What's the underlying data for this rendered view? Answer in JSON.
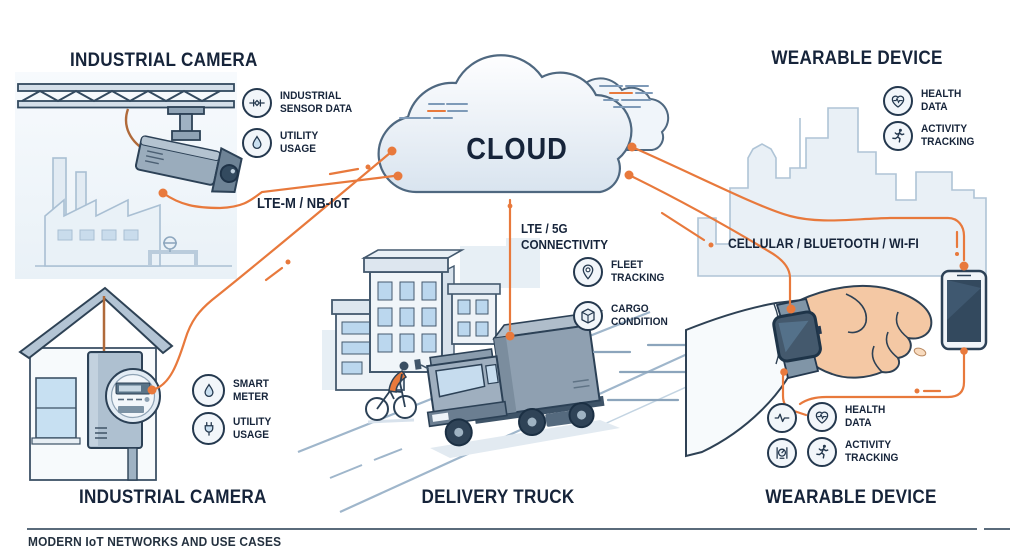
{
  "colors": {
    "accent": "#E8793C",
    "ink": "#1B2A3E",
    "line_blue": "#7E9AB8",
    "fill_light": "#E9F0F6"
  },
  "nodes": {
    "industrial_camera_top": {
      "title": "INDUSTRIAL CAMERA"
    },
    "cloud": {
      "title": "CLOUD"
    },
    "wearable_top": {
      "title": "WEARABLE DEVICE"
    },
    "industrial_camera_bottom": {
      "title": "INDUSTRIAL CAMERA"
    },
    "delivery_truck": {
      "title": "DELIVERY TRUCK"
    },
    "wearable_bottom": {
      "title": "WEARABLE DEVICE"
    }
  },
  "connections": {
    "lte_m": "LTE-M / NB-IoT",
    "lte_5g": "LTE / 5G\nCONNECTIVITY",
    "cellular": "CELLULAR / BLUETOOTH / WI-FI"
  },
  "features": {
    "sensor_data": "INDUSTRIAL\nSENSOR DATA",
    "utility_usage_top": "UTILITY\nUSAGE",
    "health_data_top": "HEALTH\nDATA",
    "activity_tracking_top": "ACTIVITY\nTRACKING",
    "fleet_tracking": "FLEET\nTRACKING",
    "cargo_condition": "CARGO\nCONDITION",
    "smart_meter": "SMART\nMETER",
    "utility_usage_bottom": "UTILITY\nUSAGE",
    "health_data_bottom": "HEALTH\nDATA",
    "activity_tracking_bottom": "ACTIVITY\nTRACKING"
  },
  "footer": {
    "caption": "MODERN IoT NETWORKS AND USE CASES"
  }
}
